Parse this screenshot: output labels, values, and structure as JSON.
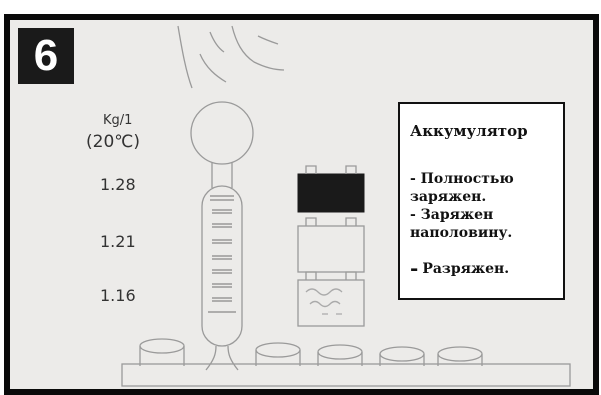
{
  "step": {
    "number": "6"
  },
  "hydrometer": {
    "unit": "Kg/1",
    "temperature": "(20℃)",
    "densities": [
      "1.28",
      "1.21",
      "1.16"
    ]
  },
  "battery_states": [
    "full-battery-icon",
    "half-battery-icon",
    "empty-battery-icon"
  ],
  "info_box": {
    "title": "Аккумулятор",
    "full": [
      "- Полностью",
      "заряжен."
    ],
    "half": [
      "- Заряжен",
      "наполовину."
    ],
    "empty_dash": "-",
    "empty": "Разряжен."
  },
  "colors": {
    "frame": "#0a0a0a",
    "background": "#ecebe9",
    "line_art": "#9a9a9a",
    "full_battery": "#1a1a1a"
  }
}
